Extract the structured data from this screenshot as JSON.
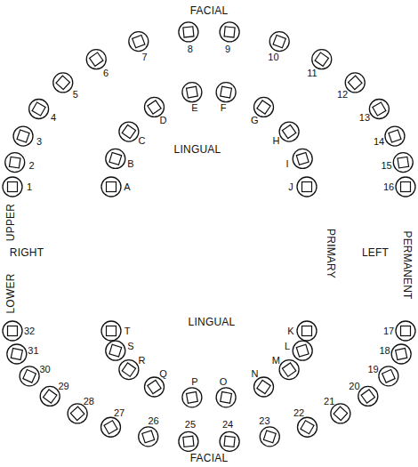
{
  "diagram": {
    "labels": [
      "FACIAL",
      "1",
      "2",
      "3",
      "4",
      "5",
      "6",
      "7",
      "8",
      "9",
      "10",
      "11",
      "12",
      "13",
      "14",
      "15",
      "16",
      "A",
      "B",
      "C",
      "D",
      "E",
      "F",
      "G",
      "H",
      "I",
      "J",
      "LINGUAL",
      "UPPER",
      "RIGHT",
      "PRIMARY",
      "LEFT",
      "PERMANENT",
      "LOWER",
      "17",
      "18",
      "19",
      "20",
      "21",
      "22",
      "23",
      "24",
      "25",
      "26",
      "27",
      "28",
      "29",
      "30",
      "31",
      "32",
      "K",
      "L",
      "M",
      "N",
      "O",
      "P",
      "Q",
      "R",
      "S",
      "T",
      "LINGUAL",
      "FACIAL"
    ]
  }
}
